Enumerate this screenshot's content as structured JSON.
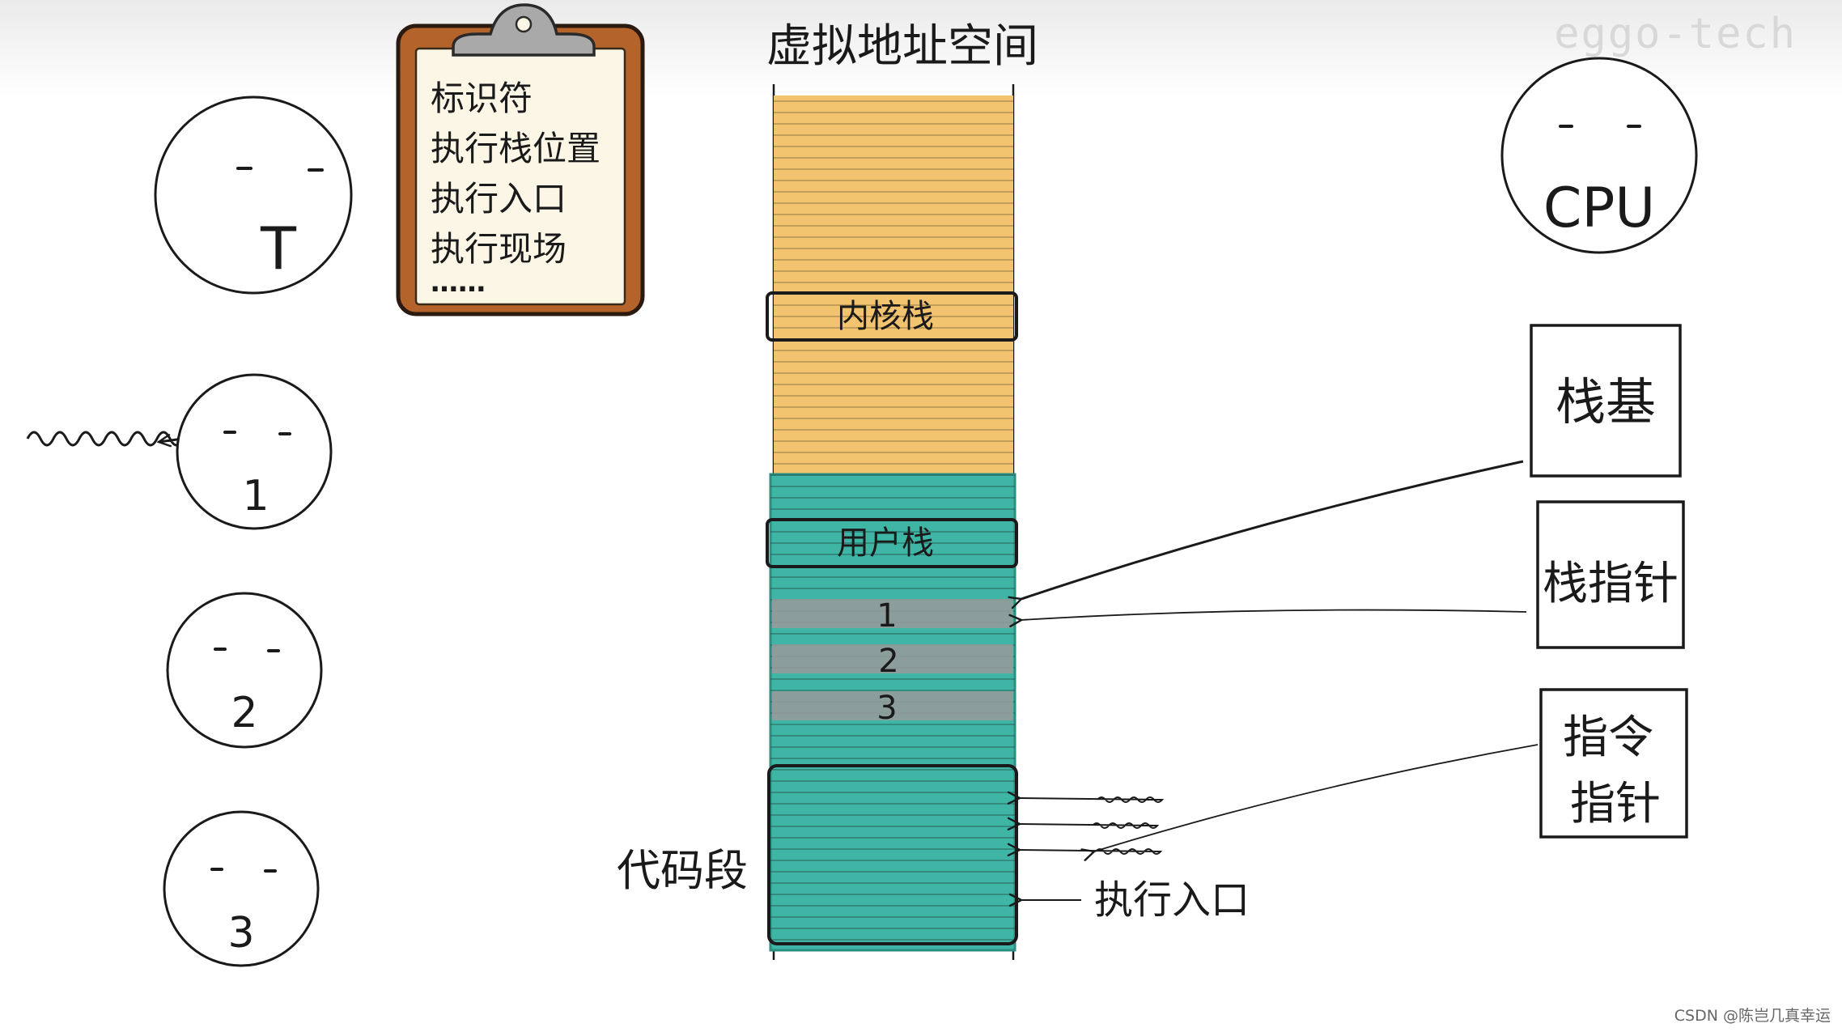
{
  "watermark": "eggo-tech",
  "title": "虚拟地址空间",
  "clipboard": {
    "items": [
      "标识符",
      "执行栈位置",
      "执行入口",
      "执行现场",
      "……"
    ]
  },
  "threads": {
    "main_label": "T",
    "labels": [
      "1",
      "2",
      "3"
    ]
  },
  "cpu": {
    "label": "CPU",
    "registers": [
      "栈基",
      "栈指针",
      "指令\n指针"
    ]
  },
  "memory": {
    "kernel_stack_label": "内核栈",
    "user_stack_label": "用户栈",
    "frames": [
      "1",
      "2",
      "3"
    ],
    "code_segment_label": "代码段",
    "entry_label": "执行入口"
  },
  "colors": {
    "kernel_region": "#f2c46f",
    "user_region": "#3fb5a6",
    "frame_band": "#9a9a9a",
    "line": "#1a1a1a"
  },
  "credit": "CSDN @陈岂几真幸运"
}
